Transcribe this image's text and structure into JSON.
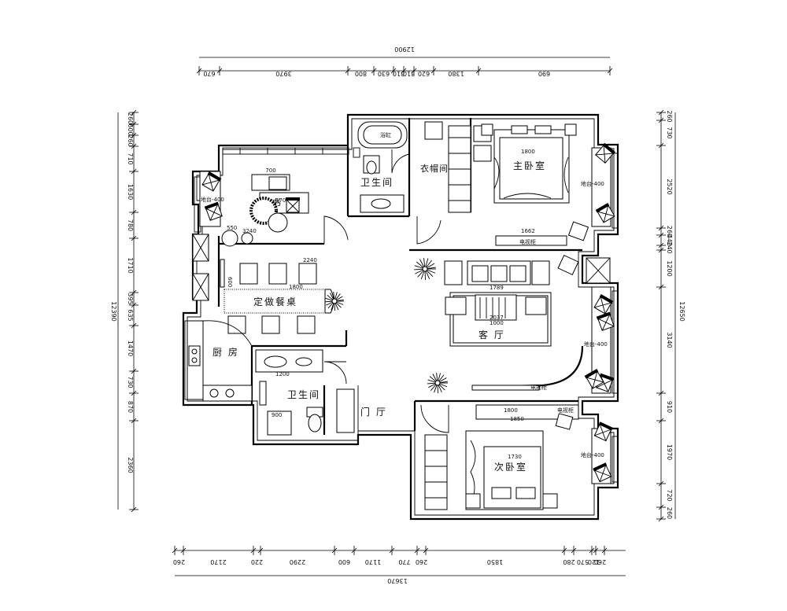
{
  "plan": {
    "top_total": "12900",
    "top_dims": [
      "670",
      "3970",
      "800",
      "630",
      "310",
      "310",
      "620",
      "1380",
      "690"
    ],
    "bottom_total": "13670",
    "bottom_dims": [
      "260",
      "2170",
      "220",
      "2290",
      "600",
      "1170",
      "770",
      "260",
      "1850",
      "280",
      "570",
      "120",
      "260"
    ],
    "left_total": "12390",
    "left_dims": [
      "260",
      "600",
      "260",
      "710",
      "1630",
      "780",
      "1710",
      "395",
      "635",
      "1470",
      "730",
      "870",
      "2360"
    ],
    "right_total": "12650",
    "right_dims": [
      "260",
      "730",
      "2520",
      "260",
      "440",
      "240",
      "1200",
      "3140",
      "910",
      "1970",
      "720",
      "260"
    ],
    "rooms": {
      "study": "书 房",
      "master_bath": "卫生间",
      "cloakroom": "衣帽间",
      "master_bedroom": "主卧室",
      "kitchen": "厨 房",
      "bar": "定做餐桌",
      "bath2": "卫生间",
      "foyer": "门 厅",
      "living": "客 厅",
      "second_bedroom": "次卧室"
    },
    "labels": {
      "balcony1": "地台-400",
      "balcony2": "地台-400",
      "balcony3": "地台-400",
      "balcony4": "地台-400",
      "tv_cabinet1": "电视柜",
      "tv_cabinet2": "电视柜",
      "tv_cabinet3": "电视柜",
      "bathtub": "浴缸"
    },
    "furniture_dims": {
      "study_desk": "700",
      "study_table": "1700",
      "study_chair": "550",
      "study_small": "3240",
      "master_bed": "1800",
      "master_tv": "1662",
      "bar_width": "2240",
      "bar_depth": "600",
      "bar_side": "1800",
      "sofa": "1789",
      "coffee_table": "1000",
      "carpet": "2037",
      "basin": "1200",
      "bath_small": "900",
      "second_tv": "1800",
      "second_desk": "1850",
      "second_bed": "1730"
    }
  }
}
